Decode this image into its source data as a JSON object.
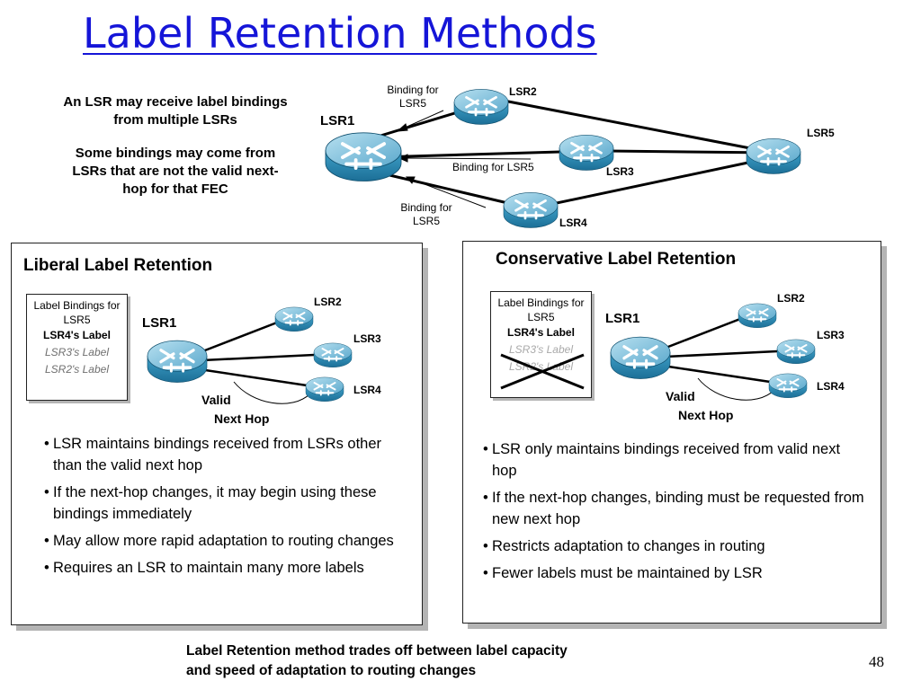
{
  "title": "Label Retention Methods",
  "intro": {
    "line1": "An LSR may receive label bindings from multiple LSRs",
    "line2": "Some bindings may come from LSRs that are not the valid next-hop for that FEC"
  },
  "top_diagram": {
    "lsr1": "LSR1",
    "lsr2": "LSR2",
    "lsr3": "LSR3",
    "lsr4": "LSR4",
    "lsr5": "LSR5",
    "binding_lsr2": "Binding for LSR5",
    "binding_lsr3": "Binding for LSR5",
    "binding_lsr4": "Binding for LSR5"
  },
  "liberal": {
    "title": "Liberal Label Retention",
    "box_title": "Label Bindings for LSR5",
    "rows": [
      "LSR4's Label",
      "LSR3's Label",
      "LSR2's Label"
    ],
    "lsr1": "LSR1",
    "lsr2": "LSR2",
    "lsr3": "LSR3",
    "lsr4": "LSR4",
    "valid": "Valid",
    "next_hop": "Next Hop",
    "bullets": [
      "LSR maintains bindings received from LSRs other than the valid next hop",
      "If the next-hop changes, it may begin using these bindings immediately",
      "May allow more rapid adaptation to routing changes",
      "Requires an LSR to maintain many more labels"
    ]
  },
  "conservative": {
    "title": "Conservative Label Retention",
    "box_title": "Label Bindings for LSR5",
    "rows": [
      "LSR4's Label",
      "LSR3's Label",
      "LSR2's Label"
    ],
    "lsr1": "LSR1",
    "lsr2": "LSR2",
    "lsr3": "LSR3",
    "lsr4": "LSR4",
    "valid": "Valid",
    "next_hop": "Next Hop",
    "bullets": [
      "LSR only maintains bindings received from valid next hop",
      "If the next-hop changes, binding must be requested from new next hop",
      "Restricts adaptation to changes in routing",
      "Fewer labels must be maintained by LSR"
    ]
  },
  "footer": {
    "line1": "Label Retention method trades off between label capacity",
    "line2": "and speed of adaptation to routing changes"
  },
  "page_number": "48",
  "colors": {
    "title": "#1515d8",
    "router_body": "#2d8db8",
    "router_top": "#8dc6e0"
  }
}
